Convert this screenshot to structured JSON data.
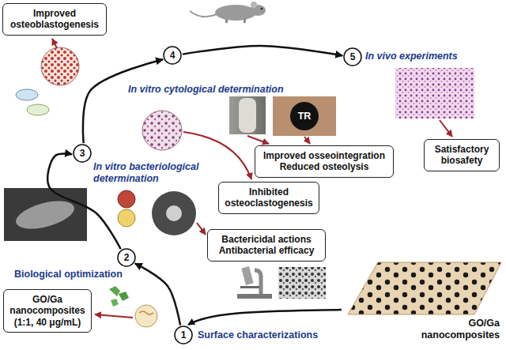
{
  "diagram": {
    "nodes": [
      {
        "text": [
          "Improved osteoblastogenesis"
        ]
      },
      {
        "text": [
          "4"
        ]
      },
      {
        "text": [
          "5"
        ]
      },
      {
        "text": [
          "Improved osseointegration",
          "Reduced osteolysis"
        ]
      },
      {
        "text": [
          "Satisfactory biosafety"
        ]
      },
      {
        "text": [
          "3"
        ]
      },
      {
        "text": [
          "Inhibited osteoclastogenesis"
        ]
      },
      {
        "text": [
          "Bactericidal actions",
          "Antibacterial efficacy"
        ]
      },
      {
        "text": [
          "2"
        ]
      },
      {
        "text": [
          "GO/Ga nanocomposites (1:1, 40 μg/mL)"
        ]
      },
      {
        "text": [
          "1"
        ]
      }
    ],
    "edges": [
      {
        "from": 10,
        "to": 8,
        "arrow": "to"
      },
      {
        "from": 8,
        "to": 5,
        "arrow": "to"
      },
      {
        "from": 5,
        "to": 1,
        "arrow": "to"
      },
      {
        "from": 1,
        "to": 2,
        "arrow": "to"
      }
    ],
    "labels": [
      "In vitro cytological determination",
      "In vivo experiments",
      "TR",
      "In vitro bacteriological determination",
      "Biological optimization",
      "Surface characterizations",
      "GO/Ga nanocomposites"
    ]
  }
}
